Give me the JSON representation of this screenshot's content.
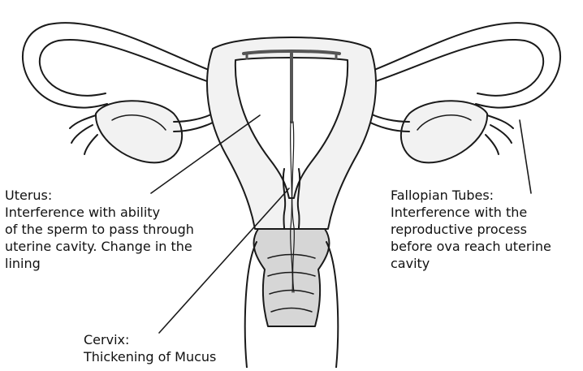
{
  "labels": {
    "uterus": "Uterus:\nInterference with ability\nof the sperm to pass through\nuterine cavity. Change in the\nlining",
    "fallopian_tubes": "Fallopian Tubes:\nInterference with the\nreproductive process\nbefore ova reach uterine\ncavity",
    "cervix": "Cervix:\nThickening of Mucus"
  },
  "colors": {
    "line": "#1a1a1a",
    "tissue": "#f2f2f2",
    "tissue_shade": "#d6d6d6",
    "device": "#555555",
    "canal": "#b8b8b8"
  }
}
